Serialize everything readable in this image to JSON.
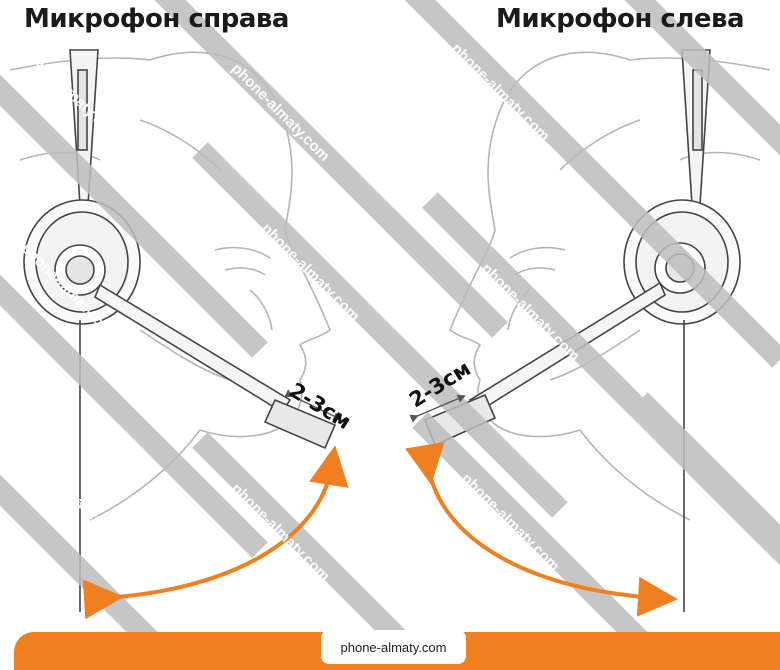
{
  "titles": {
    "left": "Микрофон справа",
    "right": "Микрофон слева"
  },
  "distance_label": "2-3см",
  "footer": {
    "site": "phone-almaty.com"
  },
  "watermark": {
    "text": "phone-almaty.com"
  },
  "colors": {
    "arrow": "#f07f1f",
    "footer_bar": "#f07f1f",
    "stripe": "#bdbdbd",
    "line_art": "#9a9a9a"
  }
}
